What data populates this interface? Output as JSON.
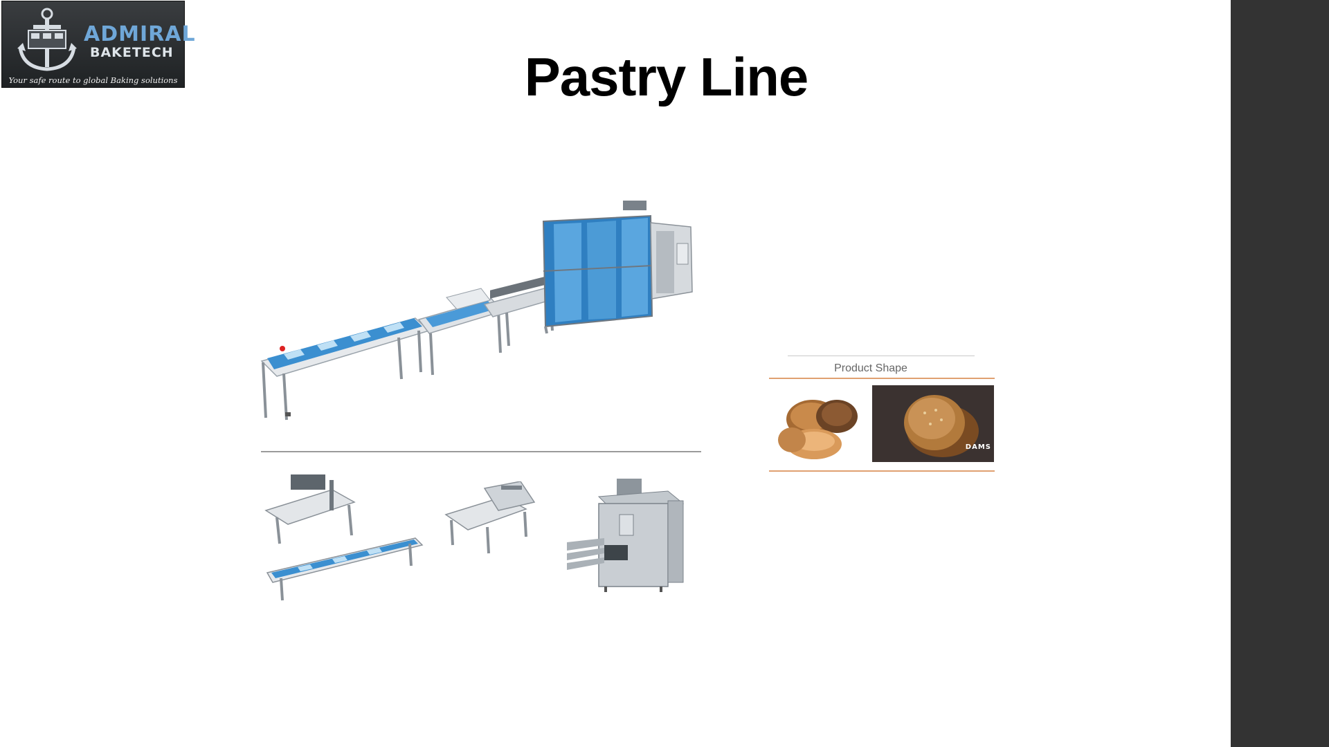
{
  "logo": {
    "brand_line1": "ADMIRAL",
    "brand_line2": "BAKETECH",
    "tagline": "Your safe route to global Baking solutions"
  },
  "slide": {
    "title": "Pastry Line"
  },
  "product": {
    "heading": "Product Shape",
    "brand_mark": "DAMS"
  },
  "colors": {
    "sidebar": "#333333",
    "conveyor_blue": "#3b8fd0",
    "accent_orange": "#e0a070"
  }
}
